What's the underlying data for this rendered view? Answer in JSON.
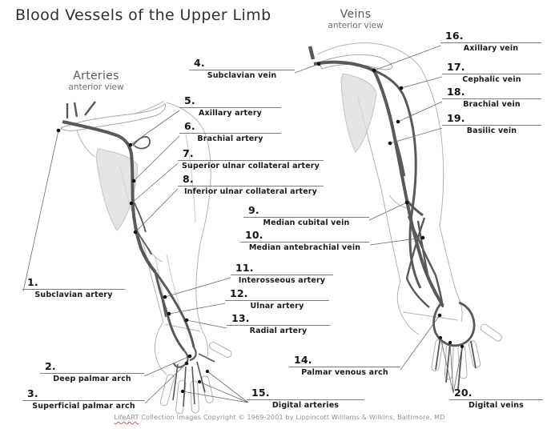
{
  "title": "Blood Vessels of the Upper Limb",
  "figures": {
    "arteries": {
      "heading": "Arteries",
      "subheading": "anterior view"
    },
    "veins": {
      "heading": "Veins",
      "subheading": "anterior view"
    }
  },
  "callouts": [
    {
      "num": "1.",
      "label": "Subclavian artery"
    },
    {
      "num": "2.",
      "label": "Deep palmar arch"
    },
    {
      "num": "3.",
      "label": "Superficial palmar arch"
    },
    {
      "num": "4.",
      "label": "Subclavian vein"
    },
    {
      "num": "5.",
      "label": "Axillary artery"
    },
    {
      "num": "6.",
      "label": "Brachial artery"
    },
    {
      "num": "7.",
      "label": "Superior ulnar collateral artery"
    },
    {
      "num": "8.",
      "label": "Inferior ulnar collateral artery"
    },
    {
      "num": "9.",
      "label": "Median cubital vein"
    },
    {
      "num": "10.",
      "label": "Median antebrachial vein"
    },
    {
      "num": "11.",
      "label": "Interosseous artery"
    },
    {
      "num": "12.",
      "label": "Ulnar artery"
    },
    {
      "num": "13.",
      "label": "Radial artery"
    },
    {
      "num": "14.",
      "label": "Palmar venous arch"
    },
    {
      "num": "15.",
      "label": "Digital arteries"
    },
    {
      "num": "16.",
      "label": "Axillary vein"
    },
    {
      "num": "17.",
      "label": "Cephalic vein"
    },
    {
      "num": "18.",
      "label": "Brachial vein"
    },
    {
      "num": "19.",
      "label": "Basilic vein"
    },
    {
      "num": "20.",
      "label": "Digital veins"
    }
  ],
  "footer": {
    "brand": "LifeART",
    "text": " Collection Images Copyright © 1969-2001 by Lippincott Williams & Wilkins, Baltimore, MD"
  },
  "colors": {
    "vessel": "#595959",
    "outline": "#b4b4b4",
    "bone_outline": "#a6a6a6",
    "scapula_fill": "#dcdcdc",
    "leader_line": "#6b6b6b",
    "marker_dot": "#111111",
    "text": "#1a1a1a"
  }
}
